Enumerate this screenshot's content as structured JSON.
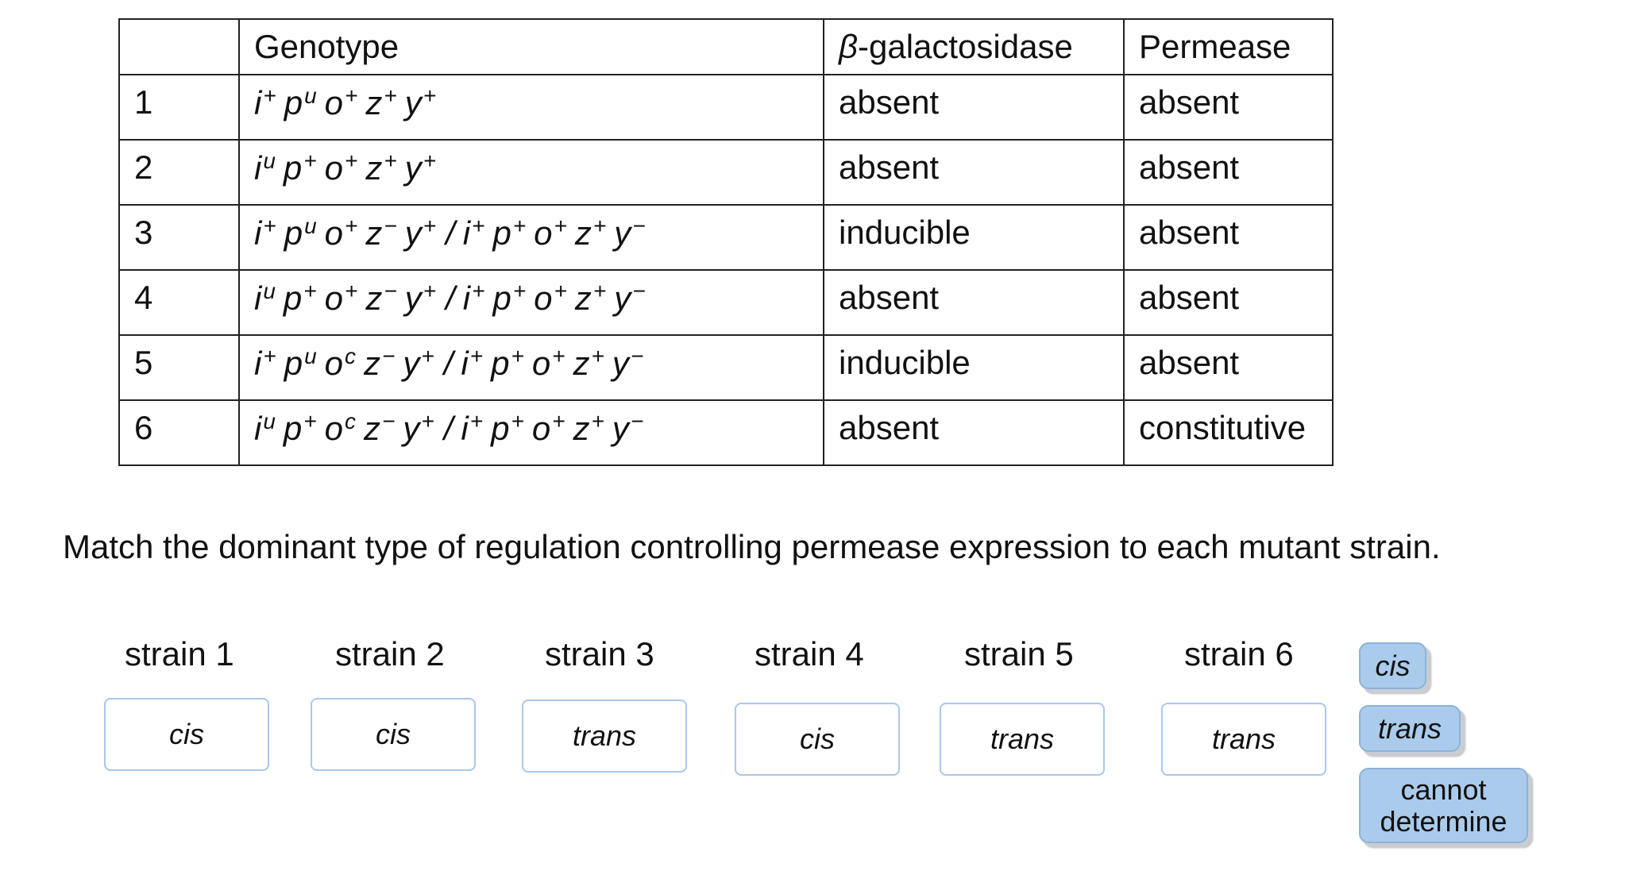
{
  "table": {
    "headers": [
      "",
      "Genotype",
      "β-galactosidase",
      "Permease"
    ],
    "beta_symbol": "β",
    "beta_rest": "-galactosidase",
    "rows": [
      {
        "num": "1",
        "genotype": [
          {
            "g": "i",
            "s": "+"
          },
          {
            "g": "p",
            "s": "u"
          },
          {
            "g": "o",
            "s": "+"
          },
          {
            "g": "z",
            "s": "+"
          },
          {
            "g": "y",
            "s": "+"
          }
        ],
        "genotype2": [],
        "beta": "absent",
        "permease": "absent"
      },
      {
        "num": "2",
        "genotype": [
          {
            "g": "i",
            "s": "u"
          },
          {
            "g": "p",
            "s": "+"
          },
          {
            "g": "o",
            "s": "+"
          },
          {
            "g": "z",
            "s": "+"
          },
          {
            "g": "y",
            "s": "+"
          }
        ],
        "genotype2": [],
        "beta": "absent",
        "permease": "absent"
      },
      {
        "num": "3",
        "genotype": [
          {
            "g": "i",
            "s": "+"
          },
          {
            "g": "p",
            "s": "u"
          },
          {
            "g": "o",
            "s": "+"
          },
          {
            "g": "z",
            "s": "−"
          },
          {
            "g": "y",
            "s": "+"
          }
        ],
        "genotype2": [
          {
            "g": "i",
            "s": "+"
          },
          {
            "g": "p",
            "s": "+"
          },
          {
            "g": "o",
            "s": "+"
          },
          {
            "g": "z",
            "s": "+"
          },
          {
            "g": "y",
            "s": "−"
          }
        ],
        "beta": "inducible",
        "permease": "absent"
      },
      {
        "num": "4",
        "genotype": [
          {
            "g": "i",
            "s": "u"
          },
          {
            "g": "p",
            "s": "+"
          },
          {
            "g": "o",
            "s": "+"
          },
          {
            "g": "z",
            "s": "−"
          },
          {
            "g": "y",
            "s": "+"
          }
        ],
        "genotype2": [
          {
            "g": "i",
            "s": "+"
          },
          {
            "g": "p",
            "s": "+"
          },
          {
            "g": "o",
            "s": "+"
          },
          {
            "g": "z",
            "s": "+"
          },
          {
            "g": "y",
            "s": "−"
          }
        ],
        "beta": "absent",
        "permease": "absent"
      },
      {
        "num": "5",
        "genotype": [
          {
            "g": "i",
            "s": "+"
          },
          {
            "g": "p",
            "s": "u"
          },
          {
            "g": "o",
            "s": "c"
          },
          {
            "g": "z",
            "s": "−"
          },
          {
            "g": "y",
            "s": "+"
          }
        ],
        "genotype2": [
          {
            "g": "i",
            "s": "+"
          },
          {
            "g": "p",
            "s": "+"
          },
          {
            "g": "o",
            "s": "+"
          },
          {
            "g": "z",
            "s": "+"
          },
          {
            "g": "y",
            "s": "−"
          }
        ],
        "beta": "inducible",
        "permease": "absent"
      },
      {
        "num": "6",
        "genotype": [
          {
            "g": "i",
            "s": "u"
          },
          {
            "g": "p",
            "s": "+"
          },
          {
            "g": "o",
            "s": "c"
          },
          {
            "g": "z",
            "s": "−"
          },
          {
            "g": "y",
            "s": "+"
          }
        ],
        "genotype2": [
          {
            "g": "i",
            "s": "+"
          },
          {
            "g": "p",
            "s": "+"
          },
          {
            "g": "o",
            "s": "+"
          },
          {
            "g": "z",
            "s": "+"
          },
          {
            "g": "y",
            "s": "−"
          }
        ],
        "beta": "absent",
        "permease": "constitutive"
      }
    ],
    "separator": "/"
  },
  "prompt": "Match the dominant type of regulation controlling permease expression to each mutant strain.",
  "strains": [
    {
      "label": "strain 1",
      "answer": "cis"
    },
    {
      "label": "strain 2",
      "answer": "cis"
    },
    {
      "label": "strain 3",
      "answer": "trans"
    },
    {
      "label": "strain 4",
      "answer": "cis"
    },
    {
      "label": "strain 5",
      "answer": "trans"
    },
    {
      "label": "strain 6",
      "answer": "trans"
    }
  ],
  "palette": {
    "items": [
      "cis",
      "trans",
      "cannot determine"
    ],
    "cannot_line1": "cannot",
    "cannot_line2": "determine"
  },
  "colors": {
    "chip_fill": "#aacbeb",
    "drop_border": "#a9c8ea"
  }
}
